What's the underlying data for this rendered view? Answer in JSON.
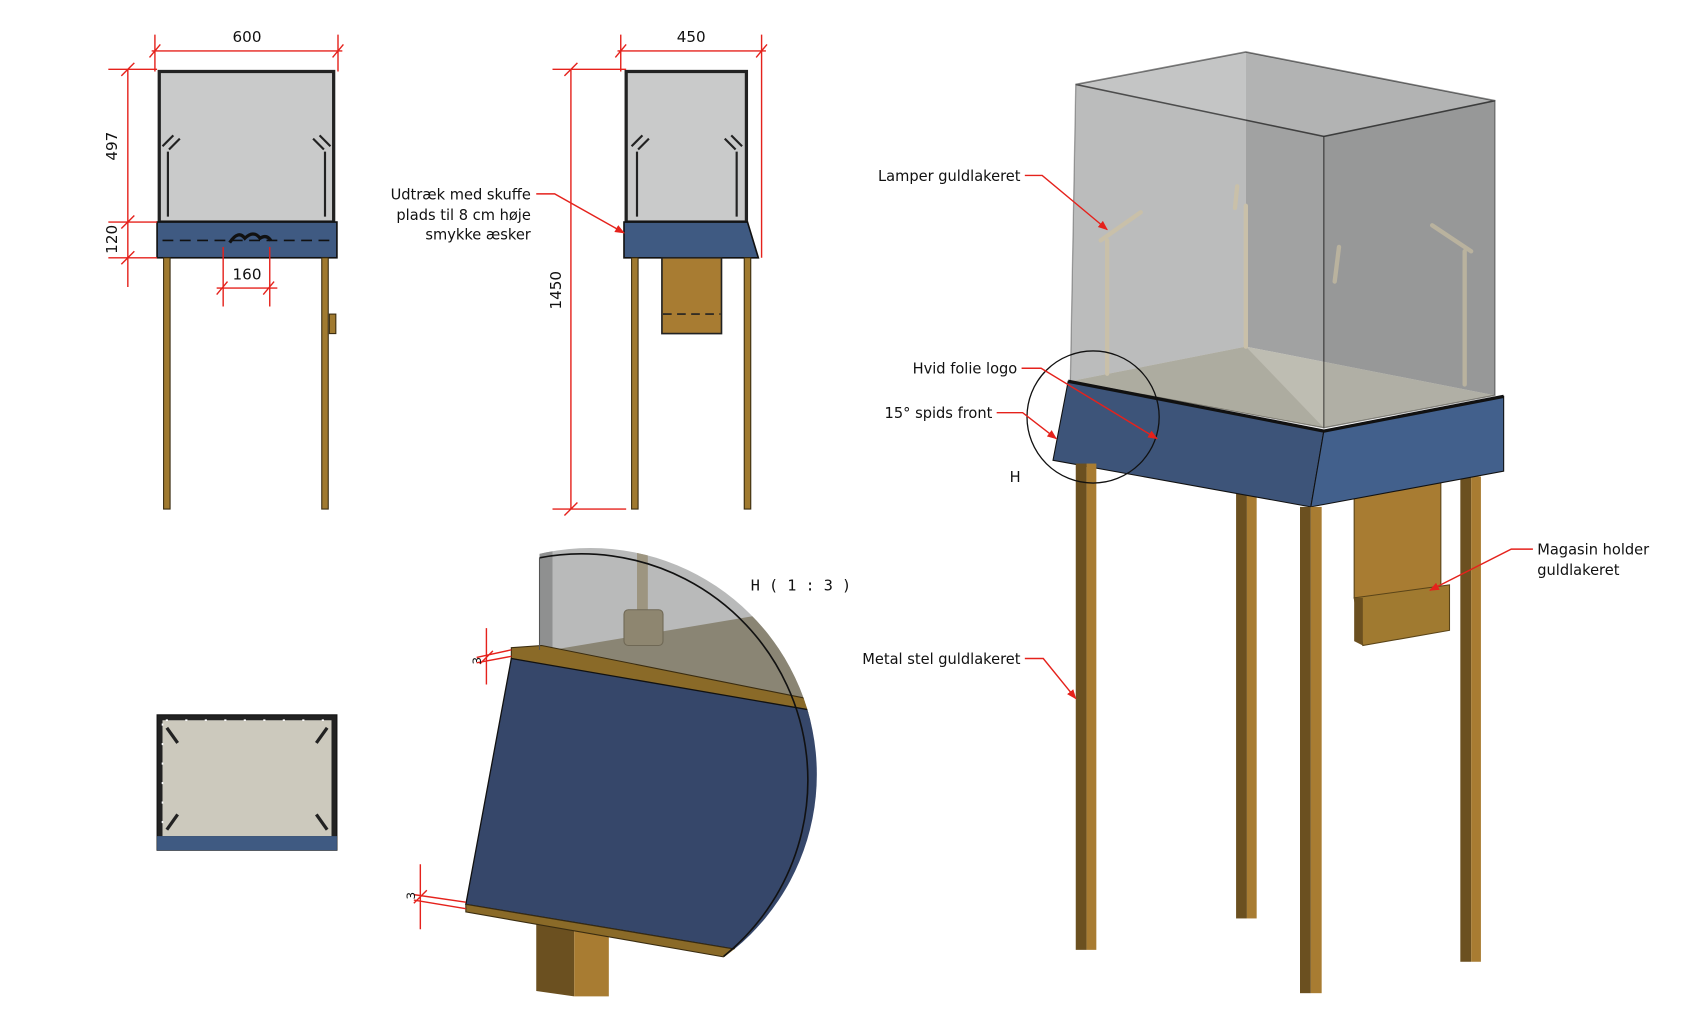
{
  "dimensions": {
    "front_width": "600",
    "glass_height": "497",
    "base_height": "120",
    "logo_width": "160",
    "side_depth": "450",
    "total_height": "1450",
    "detail_top_thickness": "3",
    "detail_bottom_thickness": "3"
  },
  "labels": {
    "drawer_line1": "Udtræk med skuffe",
    "drawer_line2": "plads til 8 cm høje",
    "drawer_line3": "smykke æsker",
    "lamps": "Lamper guldlakeret",
    "logo": "Hvid folie logo",
    "front": "15° spids front",
    "detail_marker": "H",
    "frame": "Metal stel guldlakeret",
    "magazine_line1": "Magasin holder",
    "magazine_line2": "guldlakeret",
    "detail_title": "H ( 1 : 3 )"
  },
  "colors": {
    "base_blue": "#3f5a82",
    "gold": "#a07a30",
    "glass": "#c9caca",
    "dimension_red": "#e5221c"
  }
}
